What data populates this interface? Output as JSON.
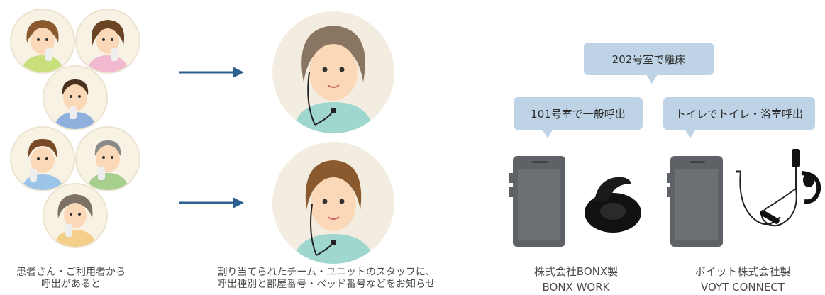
{
  "left_caption": {
    "line1": "患者さん・ご利用者から",
    "line2": "呼出があると"
  },
  "middle_caption": {
    "line1": "割り当てられたチーム・ユニットのスタッフに、",
    "line2": "呼出種別と部屋番号・ベッド番号などをお知らせ"
  },
  "bubbles": {
    "top": "202号室で離床",
    "left": "101号室で一般呼出",
    "right": "トイレでトイレ・浴室呼出"
  },
  "products": [
    {
      "maker": "株式会社BONX製",
      "name": "BONX WORK"
    },
    {
      "maker": "ボイット株式会社製",
      "name": "VOYT CONNECT"
    }
  ],
  "colors": {
    "arrow": "#2d5f8f",
    "bubble": "#bfd3e6",
    "device": "#5e6266"
  }
}
